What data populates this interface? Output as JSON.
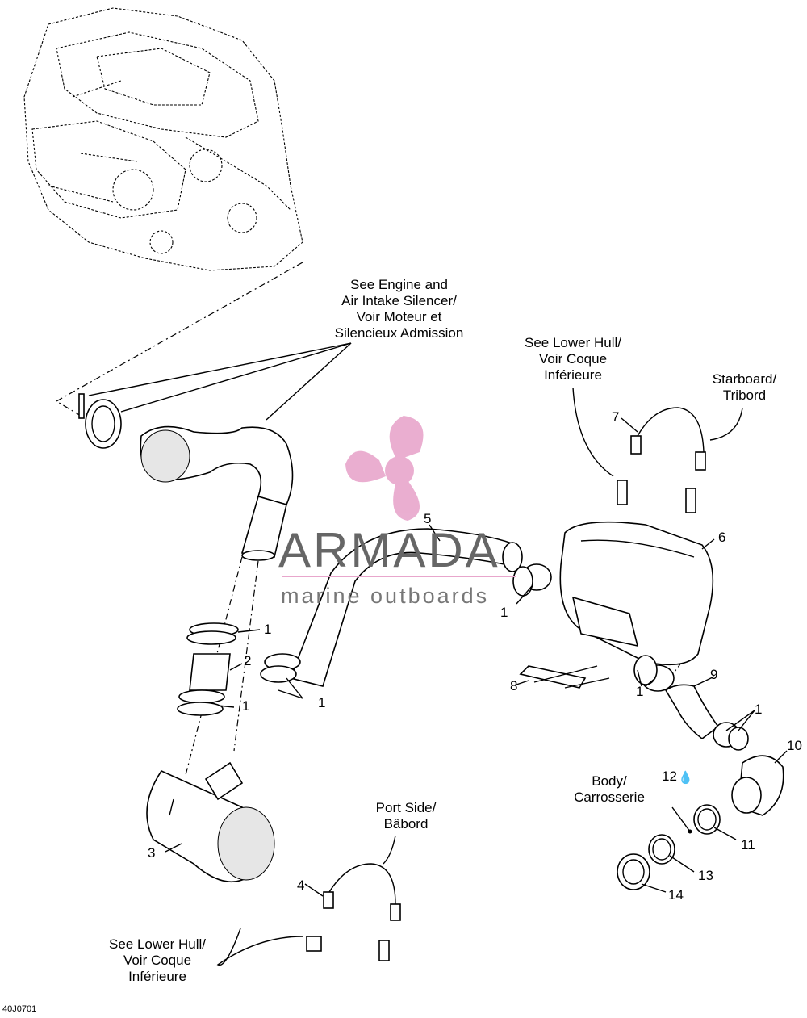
{
  "callouts": {
    "engine_ref": "See Engine and\nAir Intake Silencer/\nVoir Moteur et\nSilencieux Admission",
    "lower_hull_top": "See Lower Hull/\nVoir Coque\nInférieure",
    "starboard": "Starboard/\nTribord",
    "port_side": "Port Side/\nBâbord",
    "body": "Body/\nCarrosserie",
    "lower_hull_bottom": "See Lower Hull/\nVoir Coque\nInférieure"
  },
  "part_numbers": {
    "p1a": "1",
    "p1b": "1",
    "p1c": "1",
    "p1d": "1",
    "p1e": "1",
    "p1f": "1",
    "p2": "2",
    "p3": "3",
    "p4": "4",
    "p5": "5",
    "p6": "6",
    "p7": "7",
    "p8": "8",
    "p9": "9",
    "p10": "10",
    "p11": "11",
    "p12": "12",
    "p13": "13",
    "p14": "14"
  },
  "watermark": {
    "name": "ARMADA",
    "tagline": "marine outboards",
    "accent_color": "#e8a6cc"
  },
  "drawing_code": "40J0701"
}
